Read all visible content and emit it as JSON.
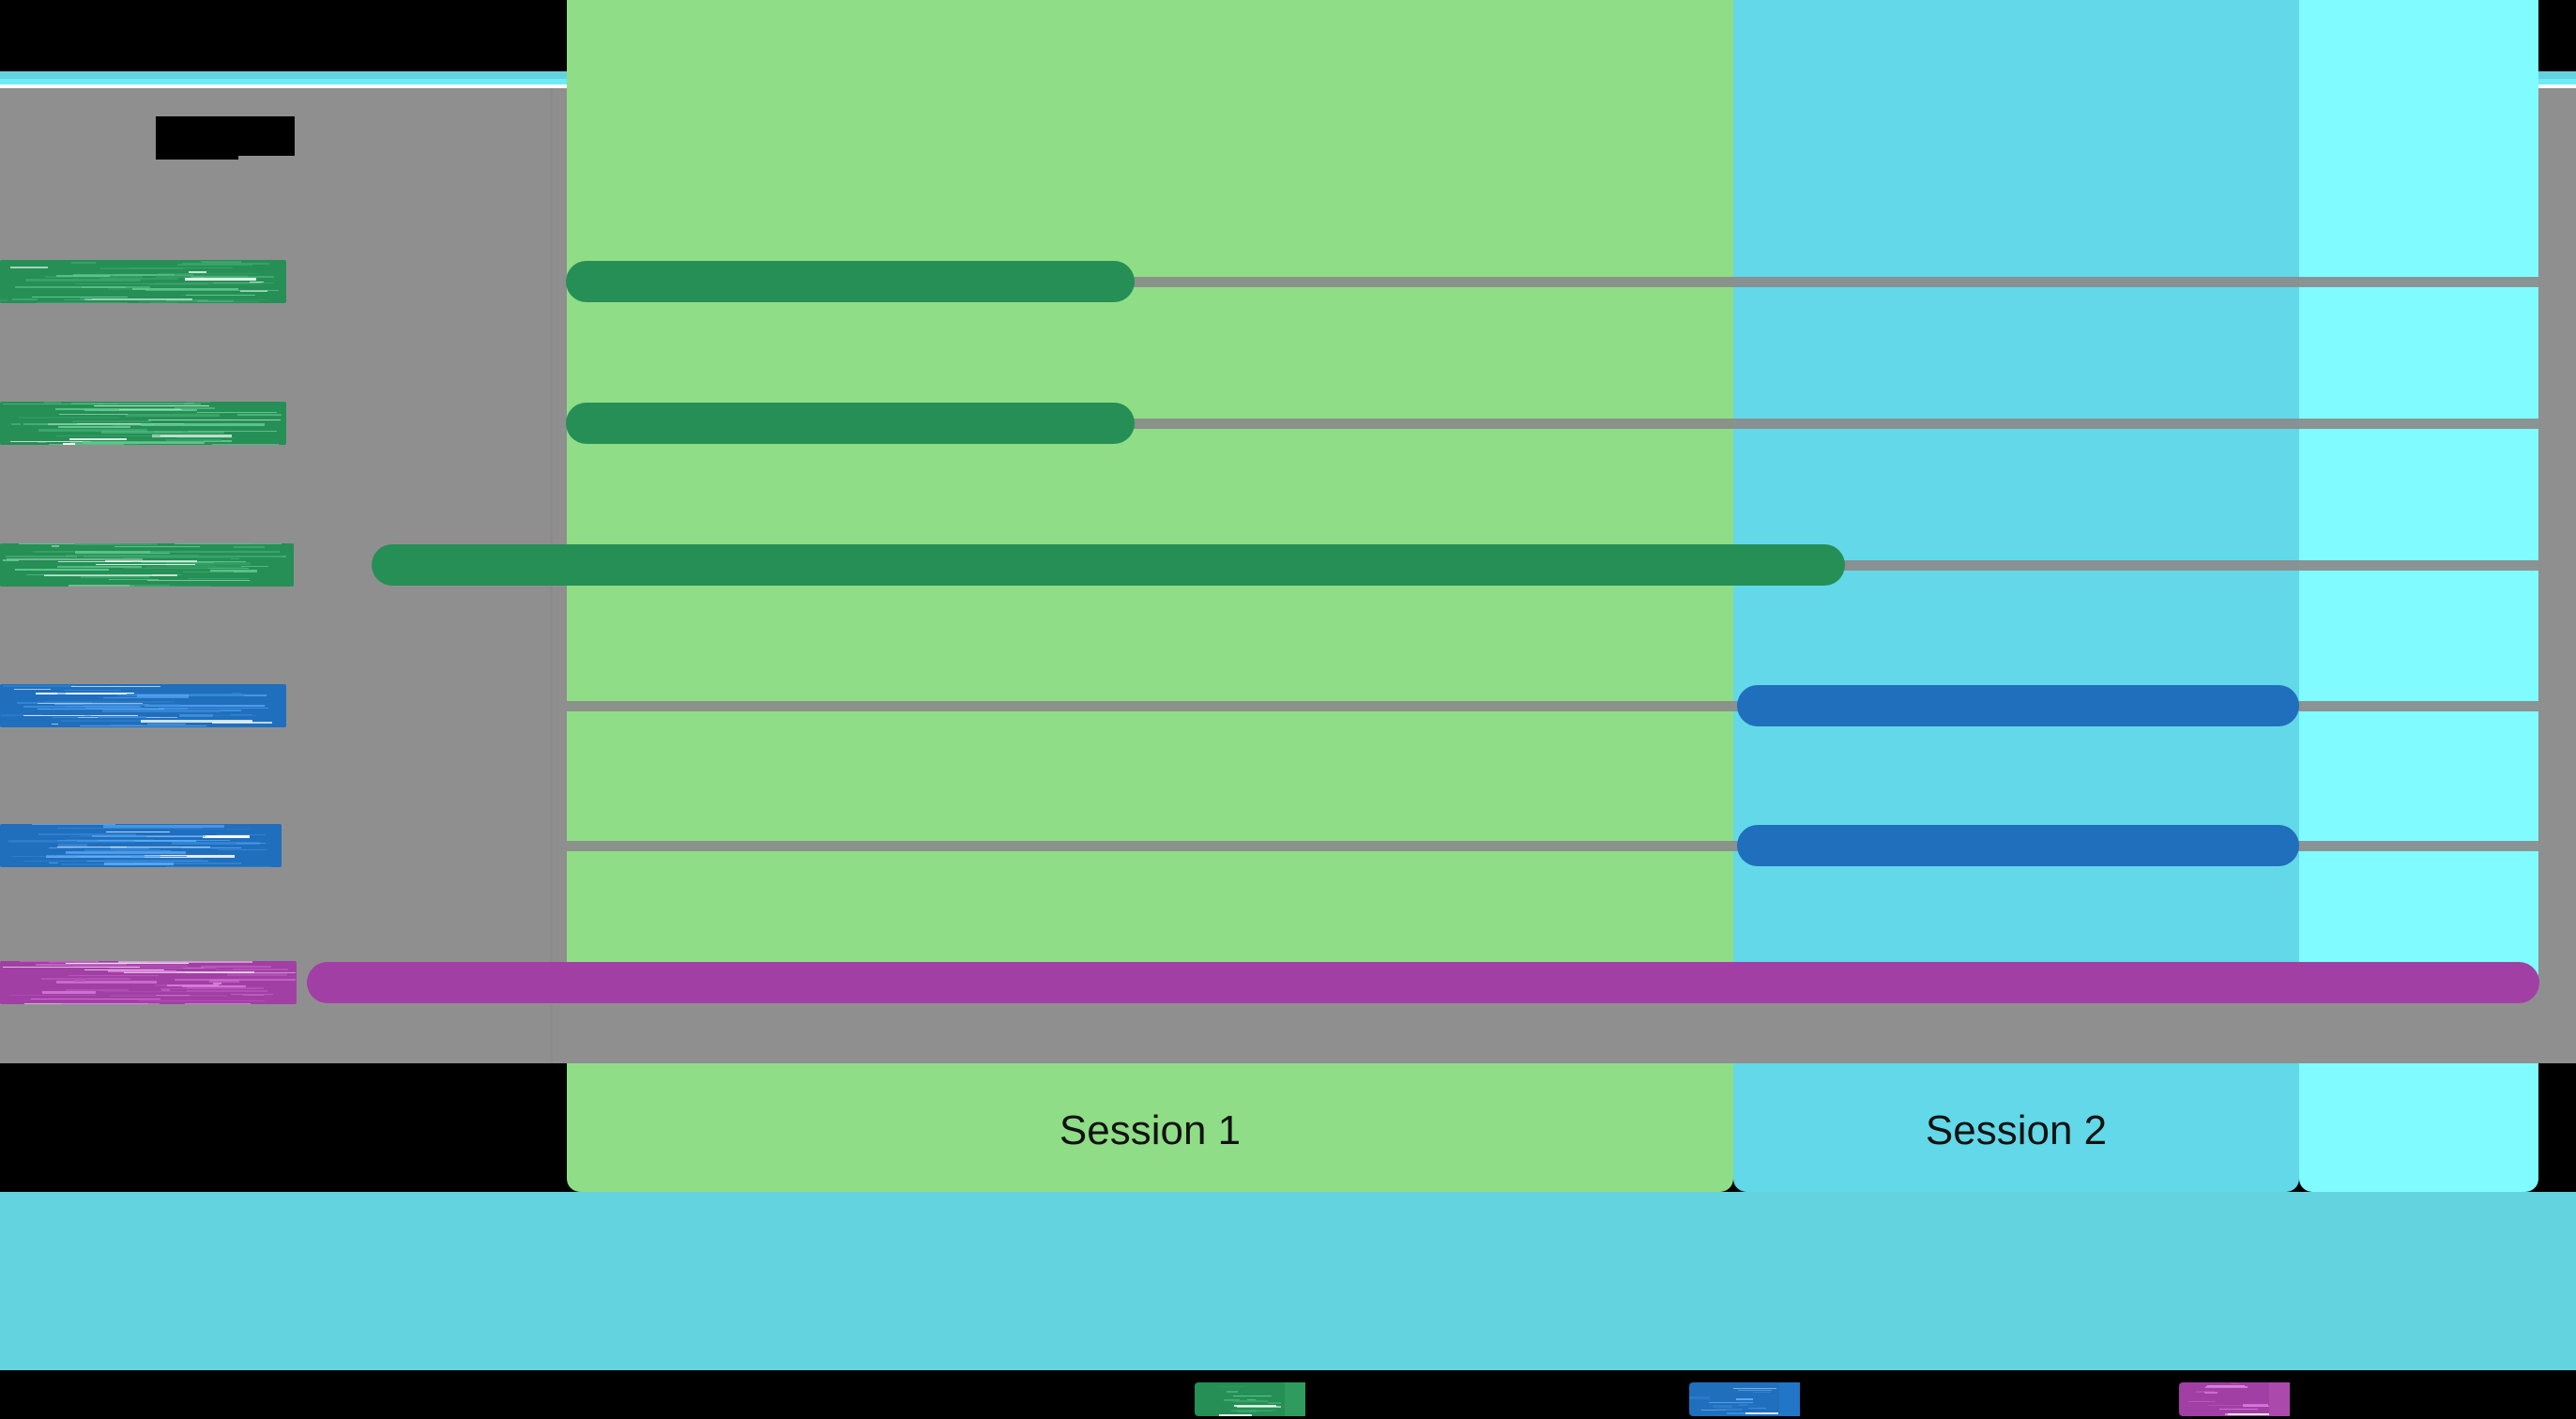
{
  "window": {
    "title_redacted": "",
    "background_color": "#000000",
    "canvas_color": "#8f8f8f"
  },
  "chart_data": {
    "type": "bar",
    "title": "",
    "xlabel": "",
    "ylabel": "",
    "orientation": "horizontal",
    "grid": true,
    "legend_position": "bottom",
    "categories": [
      "redacted-task-1",
      "redacted-task-2",
      "redacted-task-3",
      "redacted-task-4",
      "redacted-task-5",
      "redacted-task-6"
    ],
    "bands": [
      {
        "label": "Session 1",
        "x_start": 604,
        "x_end": 1847,
        "color": "#8fdd86"
      },
      {
        "label": "Session 2",
        "x_start": 1847,
        "x_end": 2450,
        "color": "#62d8e8"
      },
      {
        "label": "",
        "x_start": 2450,
        "x_end": 2705,
        "color": "#80fbff"
      }
    ],
    "series": [
      {
        "name": "redacted-series-green",
        "color": "#258f55",
        "bars": [
          {
            "row": 0,
            "start": 603,
            "end": 1209
          },
          {
            "row": 1,
            "start": 603,
            "end": 1209
          },
          {
            "row": 2,
            "start": 396,
            "end": 1966
          }
        ]
      },
      {
        "name": "redacted-series-blue",
        "color": "#1f6fbd",
        "bars": [
          {
            "row": 3,
            "start": 1851,
            "end": 2450
          },
          {
            "row": 4,
            "start": 1851,
            "end": 2450
          }
        ]
      },
      {
        "name": "redacted-series-magenta",
        "color": "#a23fa5",
        "bars": [
          {
            "row": 5,
            "start": 327,
            "end": 2706
          }
        ]
      }
    ],
    "gridlines": [
      {
        "row": 0,
        "x_start": 604,
        "x_end": 2705
      },
      {
        "row": 1,
        "x_start": 604,
        "x_end": 2705
      },
      {
        "row": 2,
        "x_start": 604,
        "x_end": 2705
      },
      {
        "row": 3,
        "x_start": 604,
        "x_end": 2705
      },
      {
        "row": 4,
        "x_start": 604,
        "x_end": 2705
      },
      {
        "row": 5,
        "x_start": 604,
        "x_end": 2705
      }
    ]
  },
  "rows": [
    {
      "id": "row-0",
      "label": "",
      "label_color": "#258f55",
      "y_center": 300,
      "bar_color": "#258f55"
    },
    {
      "id": "row-1",
      "label": "",
      "label_color": "#258f55",
      "y_center": 451,
      "bar_color": "#258f55"
    },
    {
      "id": "row-2",
      "label": "",
      "label_color": "#258f55",
      "y_center": 602,
      "bar_color": "#258f55"
    },
    {
      "id": "row-3",
      "label": "",
      "label_color": "#1f6fbd",
      "y_center": 752,
      "bar_color": "#1f6fbd"
    },
    {
      "id": "row-4",
      "label": "",
      "label_color": "#1f6fbd",
      "y_center": 901,
      "bar_color": "#1f6fbd"
    },
    {
      "id": "row-5",
      "label": "",
      "label_color": "#a23fa5",
      "y_center": 1047,
      "bar_color": "#a23fa5"
    }
  ],
  "sessions": {
    "session_1_label": "Session 1",
    "session_2_label": "Session 2"
  },
  "legend": {
    "items": [
      {
        "name": "legend-green",
        "label": "",
        "color": "#258f55",
        "x": 1273
      },
      {
        "name": "legend-blue",
        "label": "",
        "color": "#1f6fbd",
        "x": 1800
      },
      {
        "name": "legend-magenta",
        "label": "",
        "color": "#a23fa5",
        "x": 2322
      }
    ]
  },
  "colors": {
    "band_session_1": "#8fdd86",
    "band_session_2": "#62d8e8",
    "band_session_3": "#80fbff",
    "canvas": "#8f8f8f",
    "accent": "#63d3e0",
    "chrome": "#000000",
    "series_green": "#258f55",
    "series_blue": "#1f6fbd",
    "series_magenta": "#a23fa5"
  }
}
